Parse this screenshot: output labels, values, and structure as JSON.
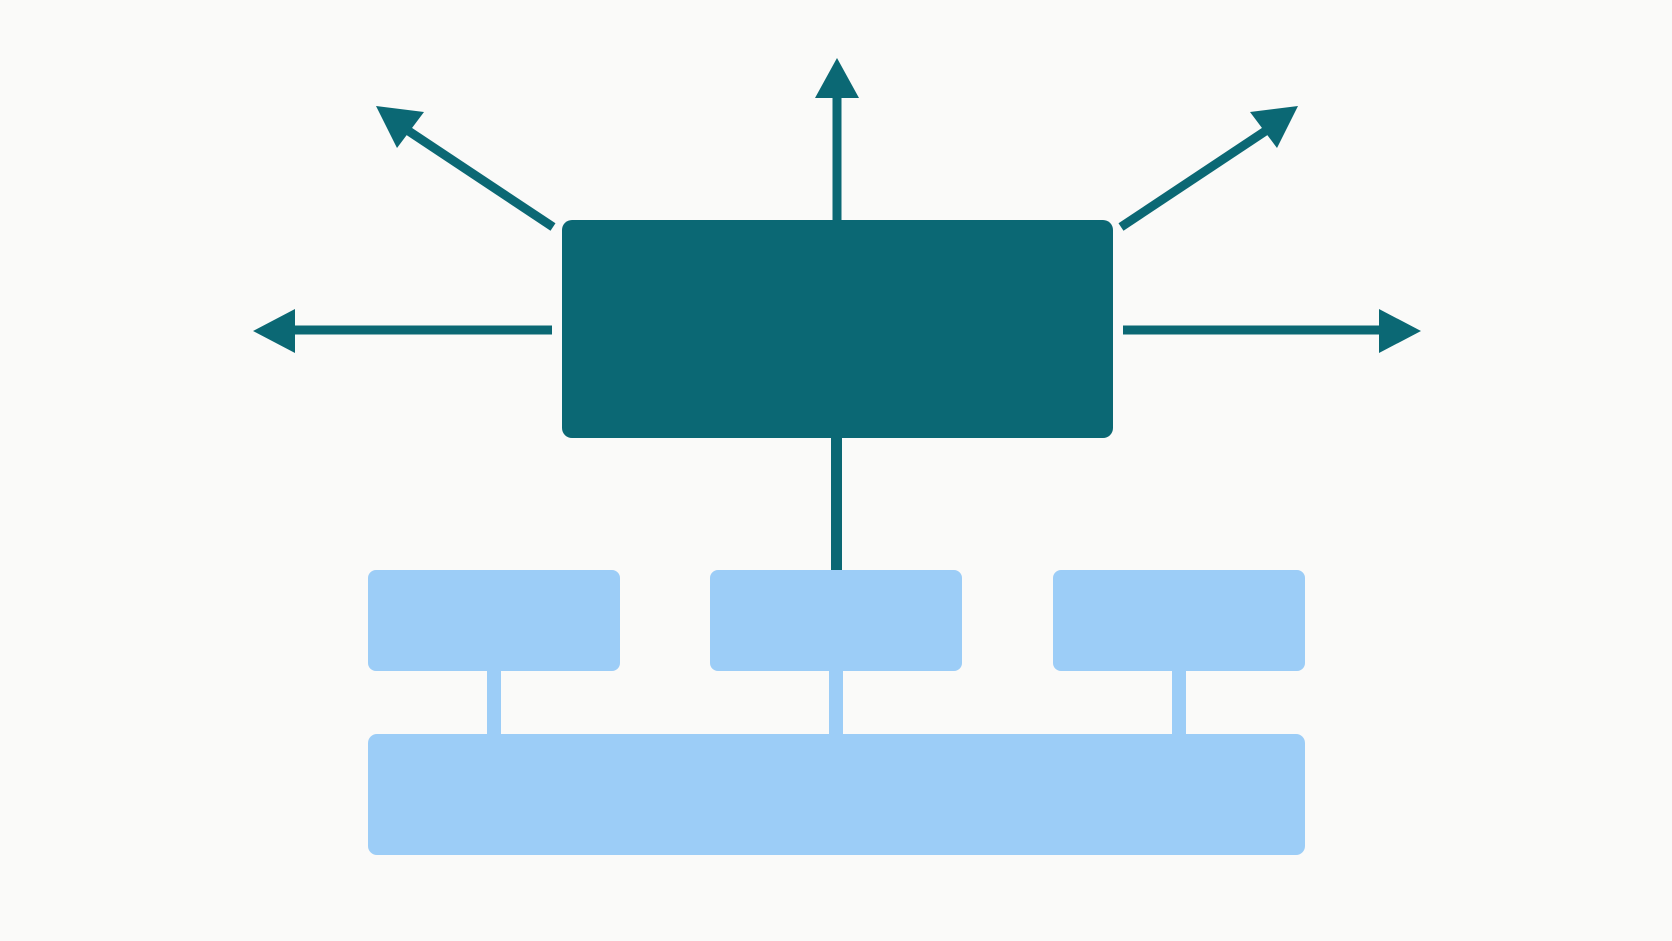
{
  "colors": {
    "background": "#fafaf9",
    "primary": "#0b6874",
    "secondary": "#9ccdf7"
  },
  "diagram": {
    "central_block": {
      "label": ""
    },
    "outputs": [
      {
        "direction": "left",
        "icon": "arrow-left-icon"
      },
      {
        "direction": "up-left",
        "icon": "arrow-up-left-icon"
      },
      {
        "direction": "up",
        "icon": "arrow-up-icon"
      },
      {
        "direction": "up-right",
        "icon": "arrow-up-right-icon"
      },
      {
        "direction": "right",
        "icon": "arrow-right-icon"
      }
    ],
    "middle_blocks": [
      {
        "label": ""
      },
      {
        "label": ""
      },
      {
        "label": ""
      }
    ],
    "base_block": {
      "label": ""
    }
  }
}
